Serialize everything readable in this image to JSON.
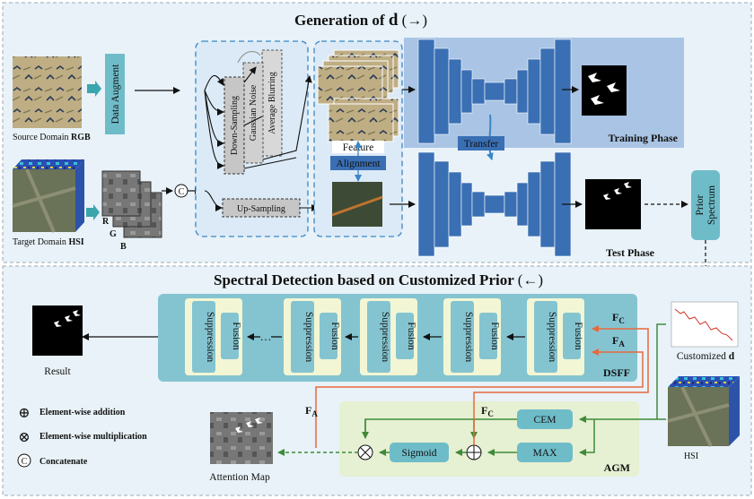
{
  "top": {
    "title": "Generation of",
    "title_symbol": "d",
    "title_direction": "(→)",
    "source_label_text": "Source Domain ",
    "source_label_bold": "RGB",
    "target_label_text": "Target Domain ",
    "target_label_bold": "HSI",
    "data_augment": "Data Augment",
    "ops": [
      "Down-Sampling",
      "Gaussian Noise",
      "Average Blurring"
    ],
    "upsampling": "Up-Sampling",
    "concat_symbol": "C",
    "band_labels": [
      "R",
      "G",
      "B"
    ],
    "feature": "Feature",
    "alignment": "Alignment",
    "transfer": "Transfer",
    "training_phase": "Training Phase",
    "test_phase": "Test Phase",
    "prior_spectrum": [
      "Prior",
      "Spectrum"
    ]
  },
  "bottom": {
    "title": "Spectral Detection based on Customized Prior",
    "title_direction": "(←)",
    "suppression": "Suppression",
    "fusion": "Fusion",
    "ellipsis": "…",
    "dsff": "DSFF",
    "result": "Result",
    "customized_text": "Customized ",
    "customized_symbol": "d",
    "hsi": "HSI",
    "attention_map": "Attention Map",
    "agm": "AGM",
    "cem": "CEM",
    "max": "MAX",
    "sigmoid": "Sigmoid",
    "fc_main": "F",
    "fc_sub": "C",
    "fa_main": "F",
    "fa_sub": "A",
    "legend": [
      {
        "symbol": "⊕",
        "text": "Element-wise addition"
      },
      {
        "symbol": "⊗",
        "text": "Element-wise multiplication"
      },
      {
        "symbol": "C",
        "text": "Concatenate"
      }
    ]
  },
  "colors": {
    "panel_bg": "#e8f2f8",
    "training_bg": "#a9c4e4",
    "network_blue": "#3a6fb4",
    "teal_box": "#6fbcc9",
    "dsff_bg": "#84c4d0",
    "inner_yellow": "#f3f6d4",
    "agm_bg": "#e6f0d2",
    "green_arrow": "#3f8a3a",
    "orange_arrow": "#e8683c",
    "dashed_blue": "#3b86c6"
  }
}
